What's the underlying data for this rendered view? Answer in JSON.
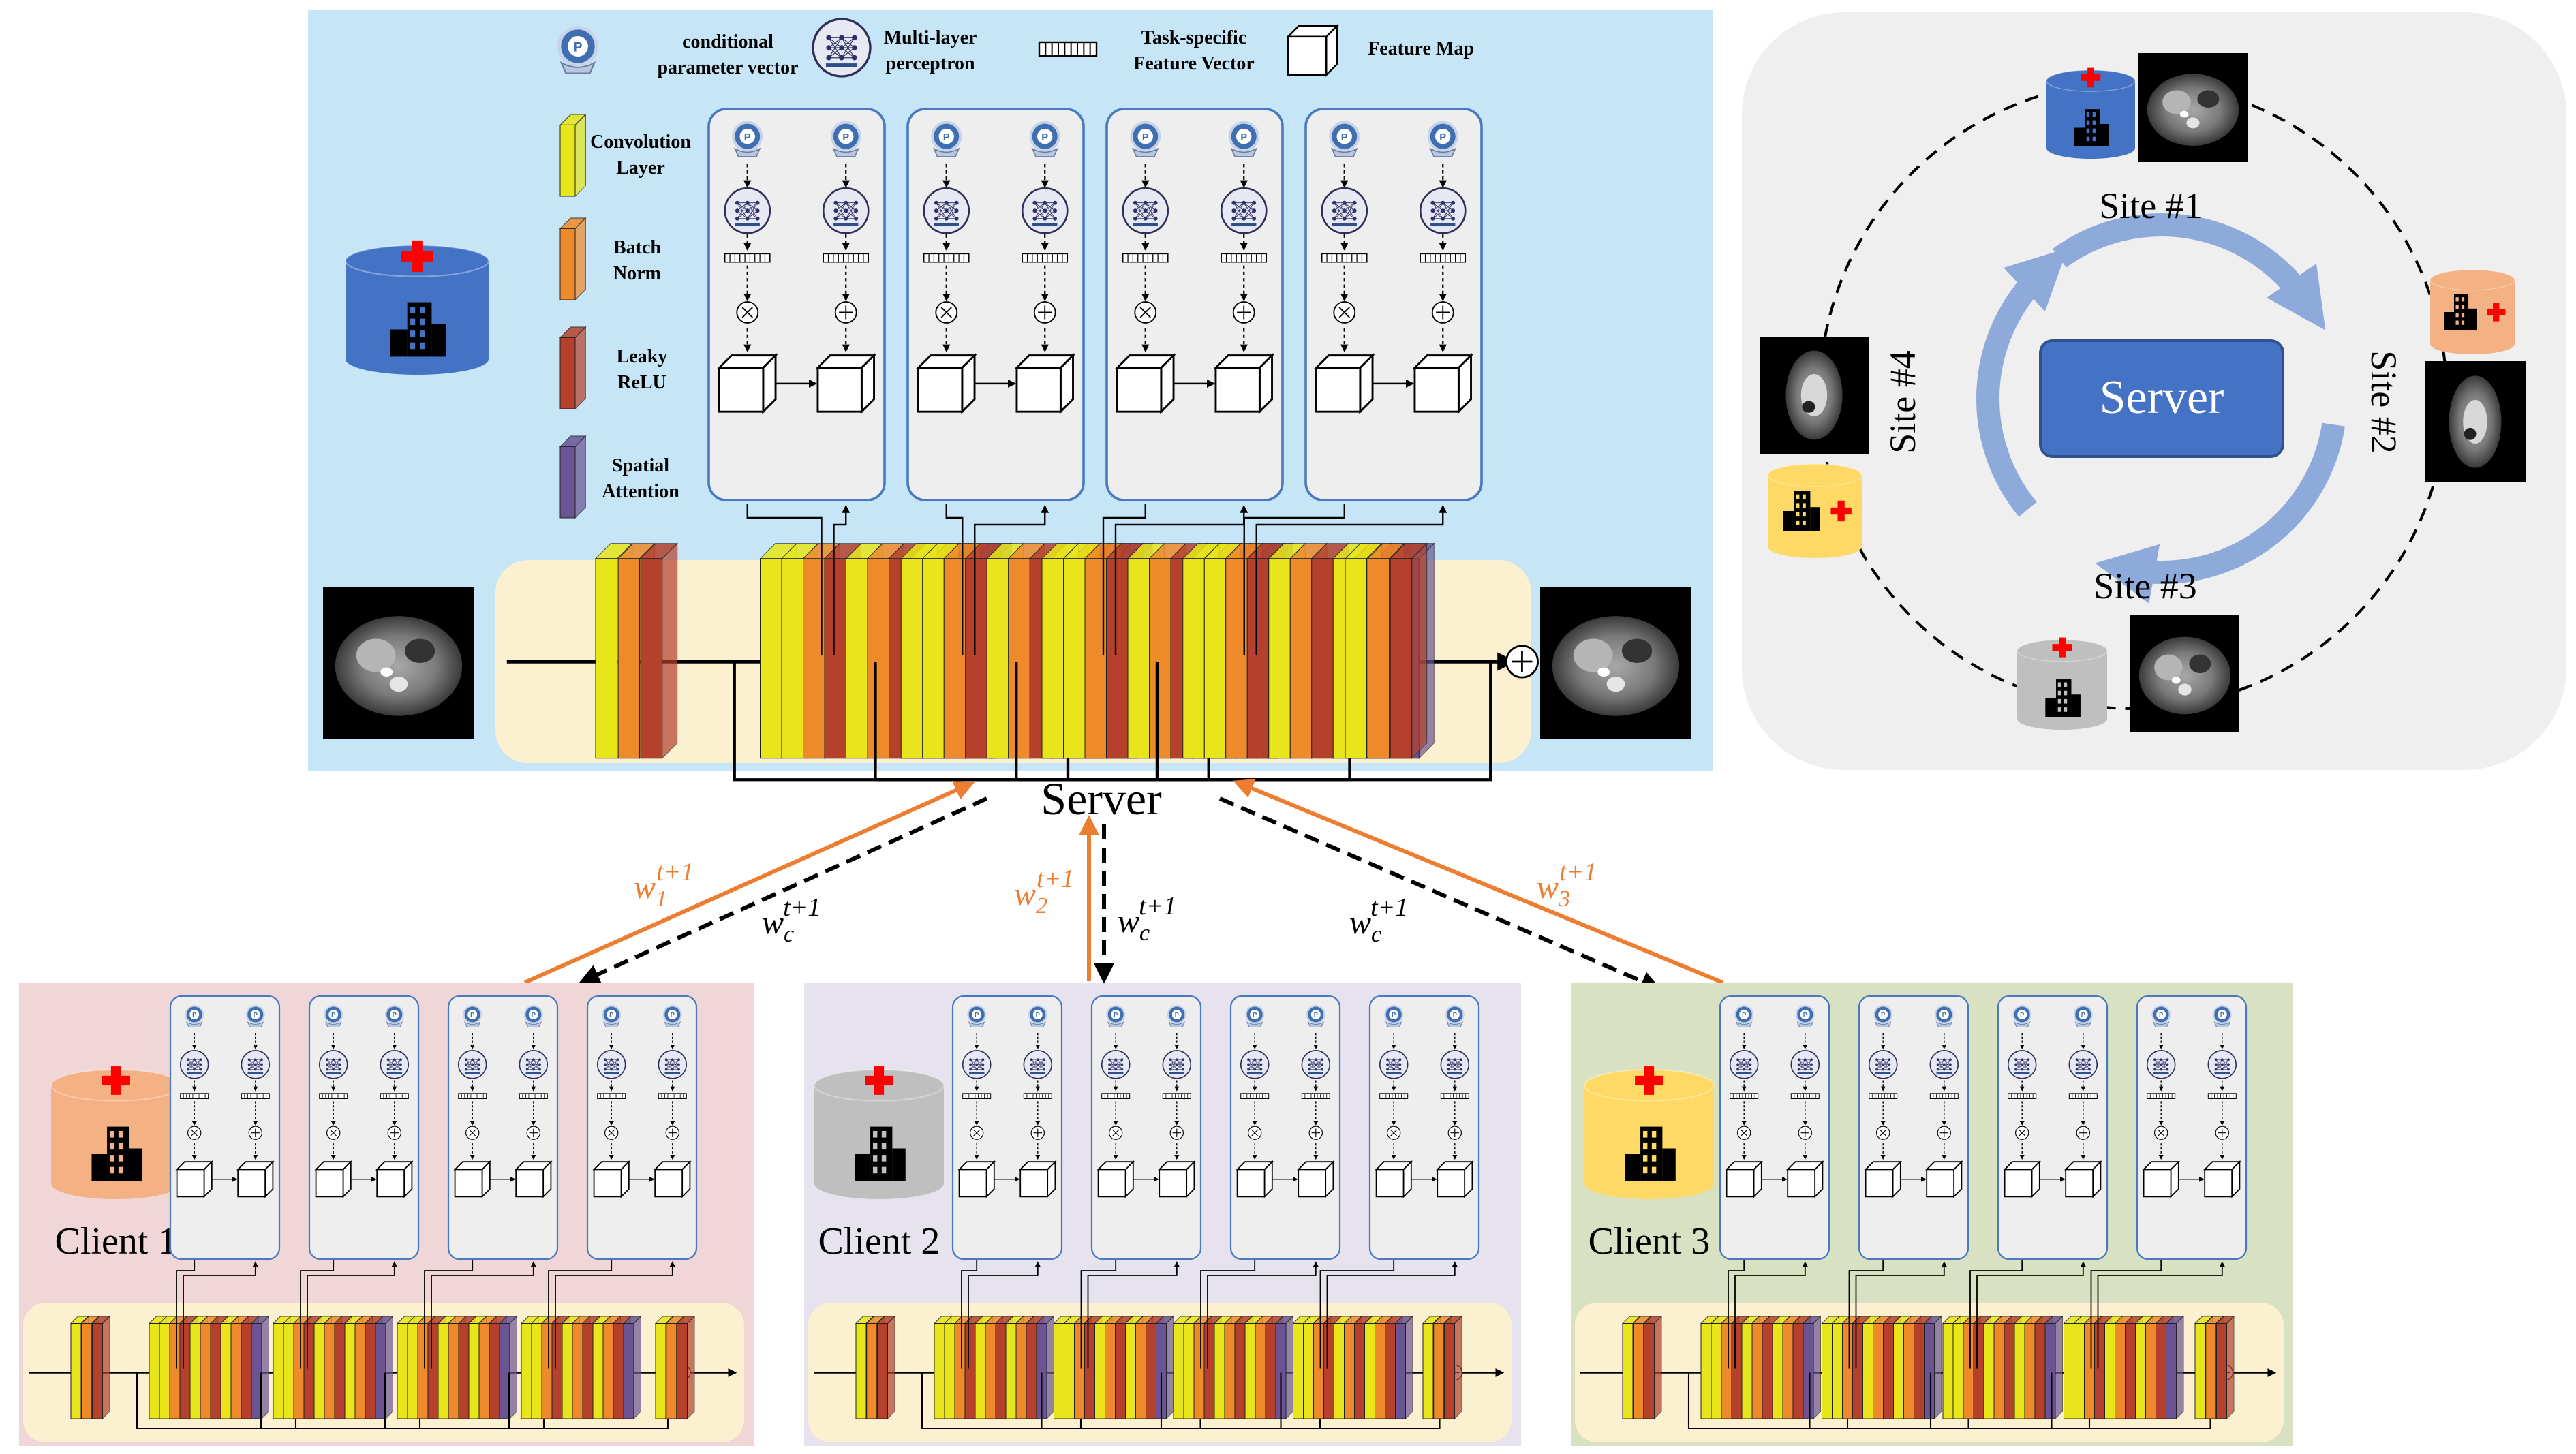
{
  "legend": {
    "conditional_vector": [
      "conditional",
      "parameter vector"
    ],
    "mlp": [
      "Multi-layer",
      "perceptron"
    ],
    "task_vector": [
      "Task-specific",
      "Feature Vector"
    ],
    "feature_map": "Feature Map",
    "conv": [
      "Convolution",
      "Layer"
    ],
    "batchnorm": [
      "Batch",
      "Norm"
    ],
    "relu": [
      "Leaky",
      "ReLU"
    ],
    "attention": [
      "Spatial",
      "Attention"
    ],
    "p_glyph": "P"
  },
  "colors": {
    "server_panel": "#c6e6f7",
    "backbone_panel": "#fbf0cf",
    "module_panel": "#eeeeee",
    "module_border": "#4a79c0",
    "site_panel": "#efefef",
    "client1_panel": "#f0d6d6",
    "client2_panel": "#e6e3ef",
    "client3_panel": "#d8e1c1",
    "conv": "#e8e51a",
    "batchnorm": "#ee8a2a",
    "relu": "#b5412c",
    "attention": "#6a5493",
    "weight_up": "#ed7d31",
    "weight_down": "#000000",
    "ring_arrow": "#8eaadb",
    "server_box": "#4472c4",
    "hospital_blue": "#4472c4",
    "hospital_orange": "#f4b183",
    "hospital_gray": "#bfbfbf",
    "hospital_yellow": "#ffd966",
    "cross_red": "#ff0000"
  },
  "icons": {
    "hospital": "hospital-building-icon",
    "ct_scan": "ct-scan-thumbnail",
    "multiply": "multiply-operator-icon",
    "add": "add-operator-icon"
  },
  "server_label": "Server",
  "ring": {
    "server_box": "Server",
    "sites": [
      "Site #1",
      "Site #2",
      "Site #3",
      "Site #4"
    ]
  },
  "weights": {
    "client1_up": {
      "base": "w",
      "sub": "1",
      "sup": "t+1"
    },
    "client1_down": {
      "base": "w",
      "sub": "c",
      "sup": "t+1"
    },
    "client2_up": {
      "base": "w",
      "sub": "2",
      "sup": "t+1"
    },
    "client2_down": {
      "base": "w",
      "sub": "c",
      "sup": "t+1"
    },
    "client3_up": {
      "base": "w",
      "sub": "3",
      "sup": "t+1"
    },
    "client3_down": {
      "base": "w",
      "sub": "c",
      "sup": "t+1"
    }
  },
  "clients": [
    "Client 1",
    "Client 2",
    "Client 3"
  ],
  "operators": {
    "multiply": "×",
    "add": "+"
  }
}
